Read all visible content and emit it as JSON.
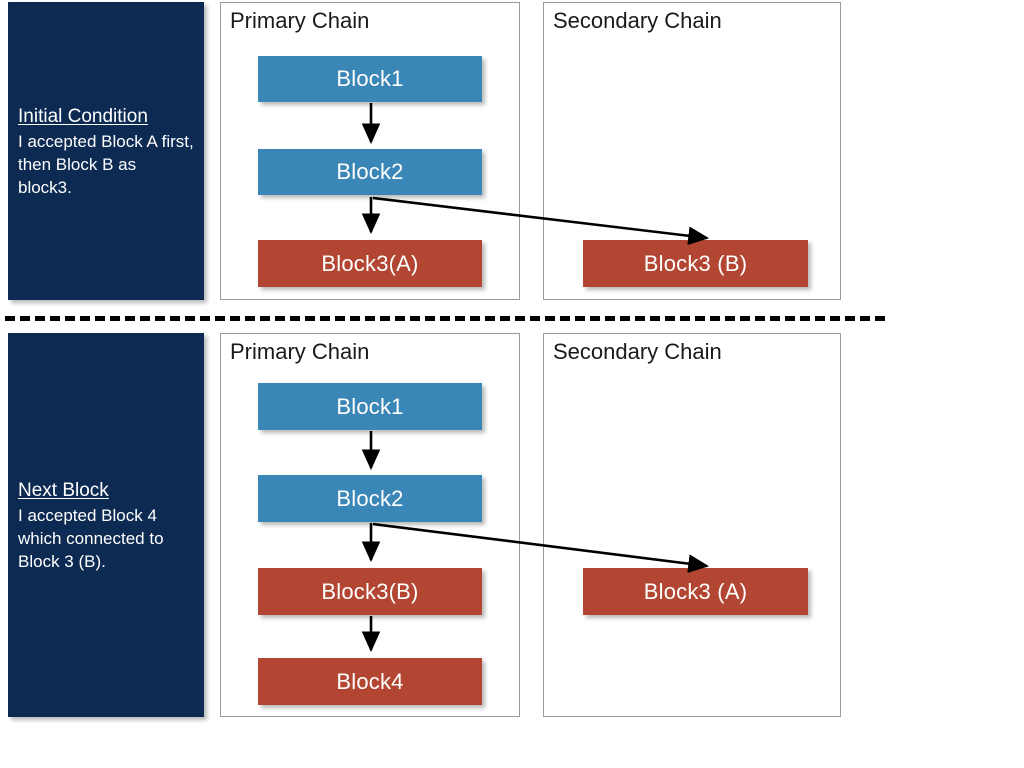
{
  "meta": {
    "diagram_title": "Blockchain fork resolution – primary and secondary chain",
    "colors": {
      "note_background": "#0c2a52",
      "block_blue": "#3a86b7",
      "block_red": "#b34632",
      "panel_border": "#9b9b9b",
      "divider": "#000000",
      "arrow": "#000000",
      "text_light": "#ffffff",
      "text_dark": "#1a1a1a"
    }
  },
  "sections": [
    {
      "id": "initial-condition",
      "note": {
        "title": "Initial Condition",
        "body": "I accepted Block A first, then Block B as block3."
      },
      "panels": [
        {
          "id": "primary-chain-top",
          "title": "Primary Chain",
          "blocks": [
            {
              "label": "Block1",
              "color": "blue"
            },
            {
              "label": "Block2",
              "color": "blue"
            },
            {
              "label": "Block3(A)",
              "color": "red"
            }
          ]
        },
        {
          "id": "secondary-chain-top",
          "title": "Secondary Chain",
          "blocks": [
            {
              "label": "Block3 (B)",
              "color": "red"
            }
          ]
        }
      ]
    },
    {
      "id": "next-block",
      "note": {
        "title": "Next Block",
        "body": "I accepted Block 4 which connected to Block 3 (B)."
      },
      "panels": [
        {
          "id": "primary-chain-bottom",
          "title": "Primary Chain",
          "blocks": [
            {
              "label": "Block1",
              "color": "blue"
            },
            {
              "label": "Block2",
              "color": "blue"
            },
            {
              "label": "Block3(B)",
              "color": "red"
            },
            {
              "label": "Block4",
              "color": "red"
            }
          ]
        },
        {
          "id": "secondary-chain-bottom",
          "title": "Secondary Chain",
          "blocks": [
            {
              "label": "Block3 (A)",
              "color": "red"
            }
          ]
        }
      ]
    }
  ]
}
